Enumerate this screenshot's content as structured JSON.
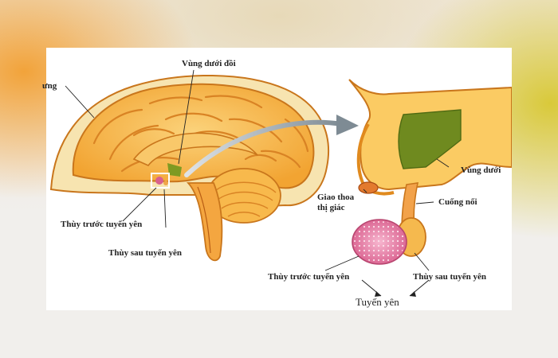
{
  "labels": {
    "hypothalamus_left": "Vùng dưới đồi",
    "cut_left": "ưng",
    "anterior_left": "Thùy trước tuyến yên",
    "posterior_left": "Thùy sau tuyến yên",
    "hypothalamus_right": "Vùng dưới",
    "optic_chiasm_line1": "Giao thoa",
    "optic_chiasm_line2": "thị giác",
    "stalk": "Cuống nối",
    "anterior_right": "Thùy trước tuyến yên",
    "posterior_right": "Thùy sau tuyến yên",
    "gland": "Tuyến yên"
  },
  "colors": {
    "brain_fill": "#f6b545",
    "brain_dark": "#e08a1e",
    "outline": "#c9761c",
    "hypothalamus_green": "#6f8a1f",
    "pituitary_pink": "#e07aa0",
    "arrow_gray": "#8e9aa3",
    "skull_cream": "#f5dfa0"
  }
}
